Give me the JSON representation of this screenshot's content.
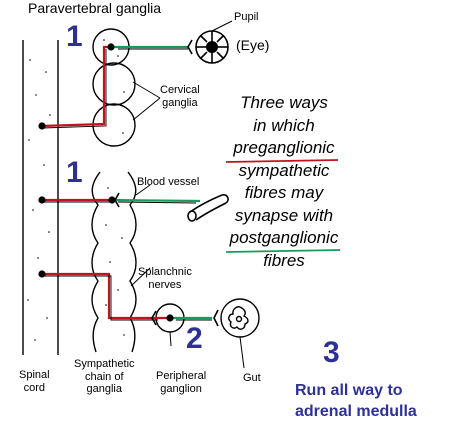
{
  "title": "Paravertebral ganglia",
  "labels": {
    "pupil": "Pupil",
    "eye": "(Eye)",
    "cervical_ganglia": [
      "Cervical",
      "ganglia"
    ],
    "blood_vessel": "Blood vessel",
    "splanchnic_nerves": [
      "Splanchnic",
      "nerves"
    ],
    "spinal_cord": [
      "Spinal",
      "cord"
    ],
    "sympathetic_chain": [
      "Sympathetic",
      "chain of",
      "ganglia"
    ],
    "peripheral_ganglion": [
      "Peripheral",
      "ganglion"
    ],
    "gut": "Gut"
  },
  "numbers": {
    "n1_top": "1",
    "n1_mid": "1",
    "n2": "2",
    "n3": "3"
  },
  "caption": {
    "lines": [
      "Three ways",
      "in which",
      "preganglionic",
      "sympathetic",
      "fibres may",
      "synapse with",
      "postganglionic",
      "fibres"
    ],
    "underline_red": "preganglionic",
    "underline_green": "postganglionic"
  },
  "note": [
    "Run all way to",
    "adrenal medulla"
  ],
  "colors": {
    "preganglionic": "#c1121f",
    "postganglionic": "#1a9a5a",
    "number_blue": "#2e3192",
    "outline": "#000000"
  }
}
